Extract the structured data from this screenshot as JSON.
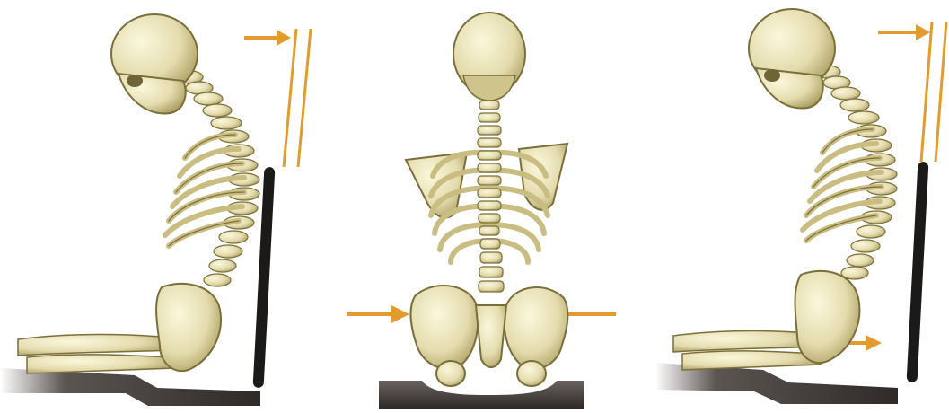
{
  "figure": {
    "panels": [
      {
        "id": "left",
        "view": "side",
        "icons": [
          "skull-icon",
          "spine-icon",
          "ribcage-icon",
          "pelvis-icon",
          "seat-icon",
          "backrest-icon",
          "arrow-right-icon"
        ]
      },
      {
        "id": "center",
        "view": "back",
        "icons": [
          "skull-icon",
          "spine-icon",
          "ribcage-icon",
          "scapula-icon",
          "pelvis-icon",
          "seat-icon",
          "arrow-right-icon",
          "arrow-left-icon"
        ]
      },
      {
        "id": "right",
        "view": "side",
        "icons": [
          "skull-icon",
          "spine-icon",
          "ribcage-icon",
          "pelvis-icon",
          "seat-icon",
          "backrest-icon",
          "arrow-right-icon"
        ]
      }
    ],
    "colors": {
      "bone": "#e7e1b6",
      "bone_shadow": "#b8ad72",
      "bone_outline": "#7a6f3a",
      "arrow": "#e39a2e",
      "seat": "#3a3634",
      "backrest": "#1c1a19"
    }
  }
}
